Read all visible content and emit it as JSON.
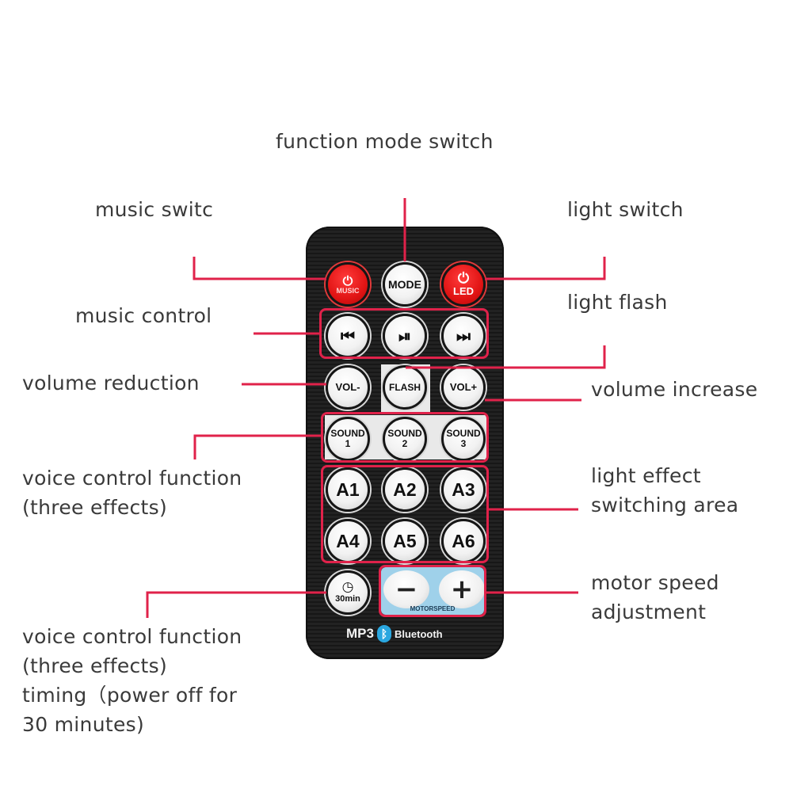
{
  "labels": {
    "function_mode_switch": "function mode switch",
    "music_switch": "music switc",
    "light_switch": "light switch",
    "music_control": "music control",
    "light_flash": "light flash",
    "volume_reduction": "volume reduction",
    "volume_increase": "volume increase",
    "voice_control_1": "voice control function",
    "voice_control_2": "(three effects)",
    "light_effect_1": "light effect",
    "light_effect_2": "switching area",
    "motor_speed_1": "motor speed",
    "motor_speed_2": "adjustment",
    "timing_1": "voice control function",
    "timing_2": "(three effects)",
    "timing_3": "timing（power off for",
    "timing_4": "30 minutes)"
  },
  "remote": {
    "music_icon": "⏻",
    "music_label": "MUSIC",
    "mode_label": "MODE",
    "led_icon": "⏻",
    "led_label": "LED",
    "prev": "⏮",
    "play_pause": "⏯",
    "next": "⏭",
    "vol_minus": "VOL-",
    "flash": "FLASH",
    "vol_plus": "VOL+",
    "sound1_top": "SOUND",
    "sound1_num": "1",
    "sound2_top": "SOUND",
    "sound2_num": "2",
    "sound3_top": "SOUND",
    "sound3_num": "3",
    "a1": "A1",
    "a2": "A2",
    "a3": "A3",
    "a4": "A4",
    "a5": "A5",
    "a6": "A6",
    "timer_icon": "◷",
    "timer_label": "30min",
    "motor_minus": "−",
    "motor_plus": "+",
    "motor_text": "MOTORSPEED",
    "brand_mp3": "MP3",
    "brand_bt_icon": "ᛒ",
    "brand_bluetooth": "Bluetooth"
  },
  "colors": {
    "leader_line": "#e0224a",
    "accent_red": "#e11414",
    "motor_blue": "#9fd1ea"
  }
}
